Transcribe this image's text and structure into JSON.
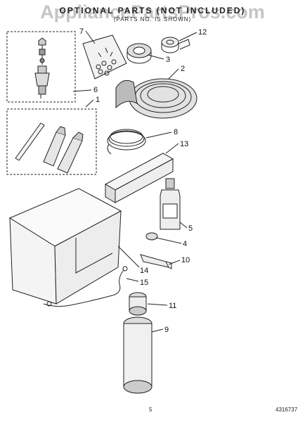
{
  "header": {
    "title": "OPTIONAL PARTS (NOT INCLUDED)",
    "subtitle": "(PARTS NO. IS SHOWN)",
    "watermark": "AppliancePartsPros.com"
  },
  "footer": {
    "page_number": "5",
    "document_number": "4316737"
  },
  "callouts": [
    "1",
    "2",
    "3",
    "4",
    "5",
    "6",
    "7",
    "8",
    "9",
    "10",
    "11",
    "12",
    "13",
    "14",
    "15"
  ],
  "colors": {
    "line": "#222222",
    "watermark": "#999999"
  }
}
